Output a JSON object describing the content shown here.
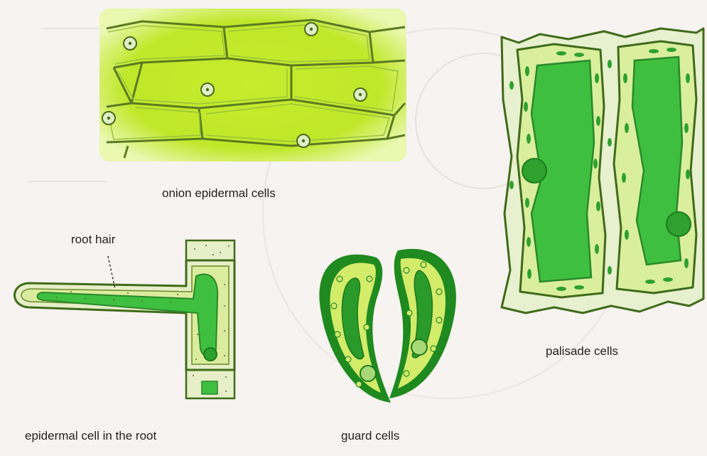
{
  "labels": {
    "onion": "onion epidermal cells",
    "root_hair": "root hair",
    "palisade": "palisade cells",
    "guard": "guard cells",
    "epidermal_root": "epidermal cell in the root"
  },
  "colors": {
    "background": "#f7f3f0",
    "cell_wall": "#3e6a1a",
    "onion_fill": "#c4ea2a",
    "light_cytoplasm": "#d9ef9e",
    "chloroplast_green": "#2ea12e",
    "vacuole_green": "#3fbf3f",
    "guard_dark": "#1f8a1f"
  }
}
